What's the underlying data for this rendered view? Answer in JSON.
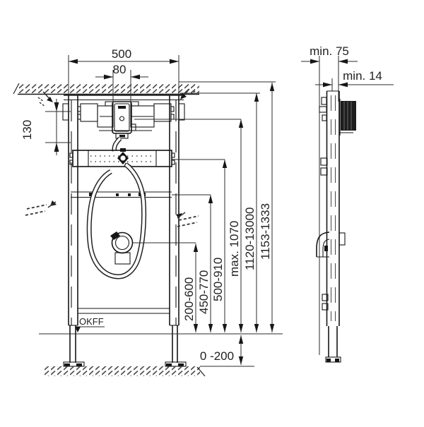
{
  "drawing": {
    "front_view": {
      "width": "500",
      "supply_spacing": "80",
      "top_offset": "130",
      "datum_label": "OKFF",
      "outlet_height": "200-600",
      "hose_connection_height": "450-770",
      "rail_height": "500-910",
      "supply_height": "max. 1070",
      "frame_height_range": "1120-13000",
      "total_height_range": "1153-1333",
      "floor_offset": "0 -200"
    },
    "side_view": {
      "min_depth": "min. 75",
      "min_clearance": "min. 14"
    },
    "colors": {
      "line": "#161616",
      "dimension": "#2b2b2b",
      "background": "#ffffff",
      "dark_fill": "#1d1d1d"
    }
  }
}
